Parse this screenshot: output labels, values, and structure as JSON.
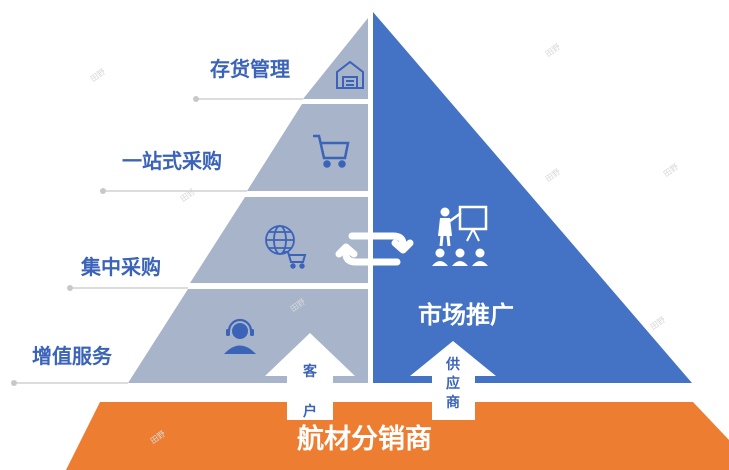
{
  "pyramid": {
    "left_tiers": [
      {
        "label": "存货管理",
        "icon": "warehouse-icon"
      },
      {
        "label": "一站式采购",
        "icon": "shopping-cart-icon"
      },
      {
        "label": "集中采购",
        "icon": "globe-cart-icon"
      },
      {
        "label": "增值服务",
        "icon": "customer-service-icon"
      }
    ],
    "right_label": "市场推广",
    "right_icon": "presentation-audience-icon",
    "exchange_icon": "exchange-arrows-icon",
    "arrows": {
      "customer": "客户",
      "supplier": "供应商"
    },
    "base_label": "航材分销商",
    "watermark": "田野"
  },
  "colors": {
    "left_face": "#a7b4c9",
    "right_face": "#4472c4",
    "base": "#ed7d31",
    "label_text": "#3b63b8",
    "leader_line": "#c8c8c8"
  }
}
